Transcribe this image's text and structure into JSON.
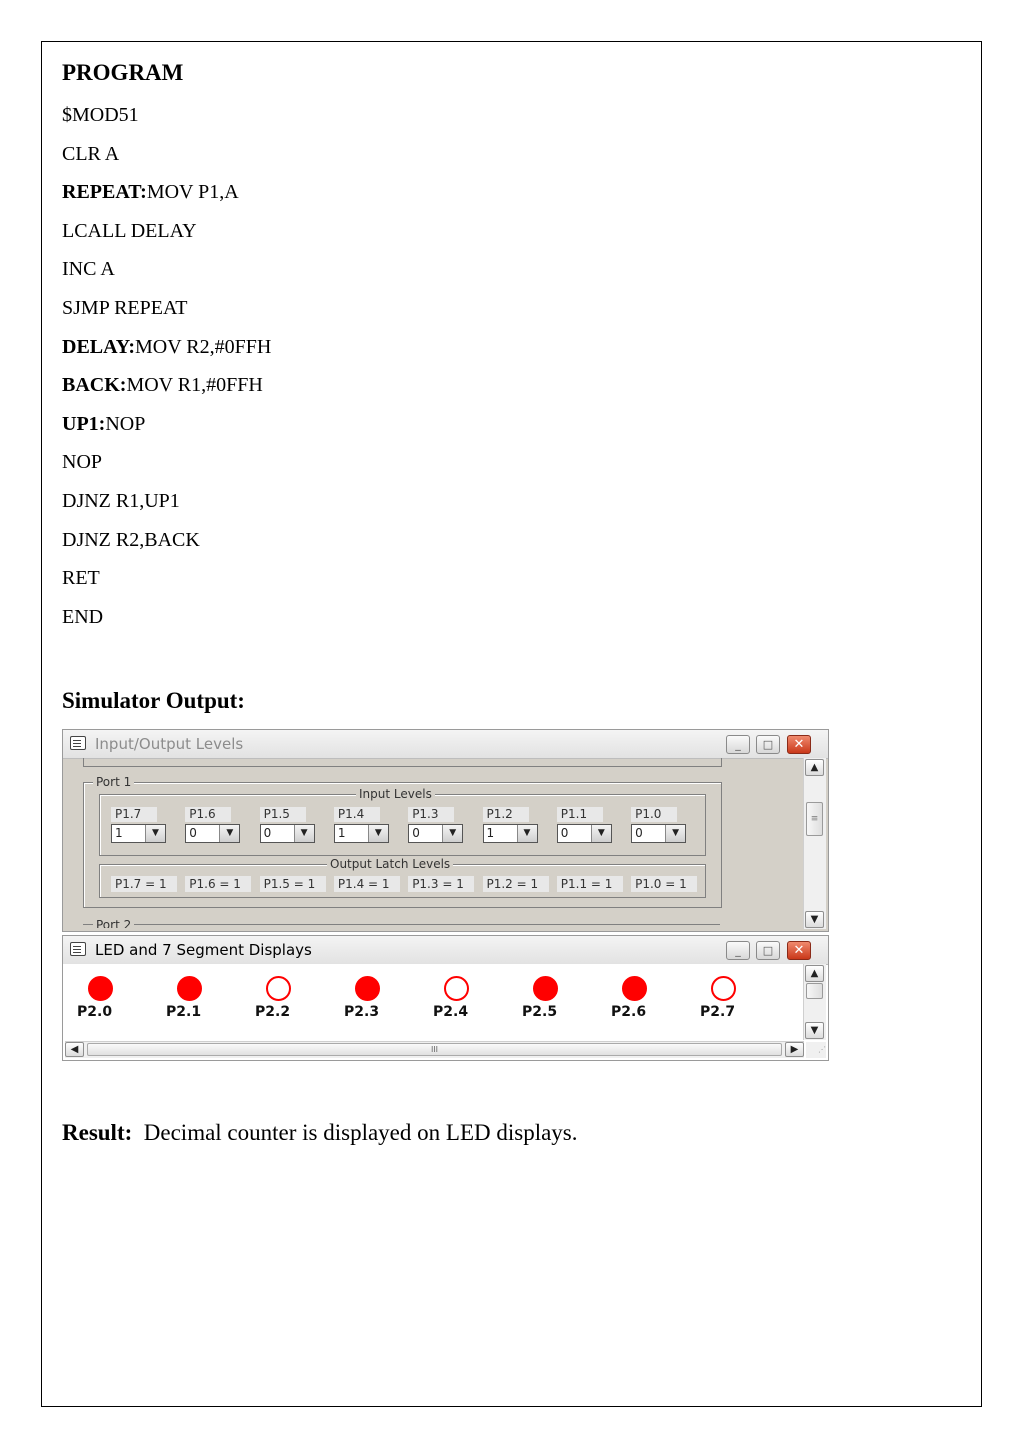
{
  "document": {
    "title": "PROGRAM",
    "code": [
      {
        "label": "",
        "text": "$MOD51"
      },
      {
        "label": "",
        "text": "CLR A"
      },
      {
        "label": "REPEAT:",
        "text": "MOV P1,A"
      },
      {
        "label": "",
        "text": "LCALL DELAY"
      },
      {
        "label": "",
        "text": "INC A"
      },
      {
        "label": "",
        "text": "SJMP REPEAT"
      },
      {
        "label": "DELAY:",
        "text": "MOV R2,#0FFH"
      },
      {
        "label": "BACK:",
        "text": "MOV R1,#0FFH"
      },
      {
        "label": "UP1:",
        "text": "NOP"
      },
      {
        "label": "",
        "text": "NOP"
      },
      {
        "label": "",
        "text": "DJNZ R1,UP1"
      },
      {
        "label": "",
        "text": "DJNZ R2,BACK"
      },
      {
        "label": "",
        "text": "RET"
      },
      {
        "label": "",
        "text": "END"
      }
    ],
    "simulator_heading": "Simulator Output:",
    "result_label": "Result:",
    "result_text": "Decimal counter is displayed on LED displays."
  },
  "io_window": {
    "title": "Input/Output Levels",
    "port1_label": "Port 1",
    "input_levels_label": "Input Levels",
    "output_latch_label": "Output Latch Levels",
    "port2_label": "Port 2",
    "pins": [
      {
        "name": "P1.7",
        "input": "1",
        "latch": "P1.7 = 1"
      },
      {
        "name": "P1.6",
        "input": "0",
        "latch": "P1.6 = 1"
      },
      {
        "name": "P1.5",
        "input": "0",
        "latch": "P1.5 = 1"
      },
      {
        "name": "P1.4",
        "input": "1",
        "latch": "P1.4 = 1"
      },
      {
        "name": "P1.3",
        "input": "0",
        "latch": "P1.3 = 1"
      },
      {
        "name": "P1.2",
        "input": "1",
        "latch": "P1.2 = 1"
      },
      {
        "name": "P1.1",
        "input": "0",
        "latch": "P1.1 = 1"
      },
      {
        "name": "P1.0",
        "input": "0",
        "latch": "P1.0 = 1"
      }
    ]
  },
  "led_window": {
    "title": "LED and 7 Segment Displays",
    "leds": [
      {
        "name": "P2.0",
        "on": true
      },
      {
        "name": "P2.1",
        "on": true
      },
      {
        "name": "P2.2",
        "on": false
      },
      {
        "name": "P2.3",
        "on": true
      },
      {
        "name": "P2.4",
        "on": false
      },
      {
        "name": "P2.5",
        "on": true
      },
      {
        "name": "P2.6",
        "on": true
      },
      {
        "name": "P2.7",
        "on": false
      }
    ],
    "led_color": "#ff0000"
  },
  "window_buttons": {
    "minimize": "_",
    "maximize": "□",
    "close": "✕"
  },
  "scroll_glyphs": {
    "up": "▲",
    "down": "▼",
    "left": "◀",
    "right": "▶",
    "thumb": "≡",
    "hgrip": "III",
    "resize": "⋰"
  }
}
